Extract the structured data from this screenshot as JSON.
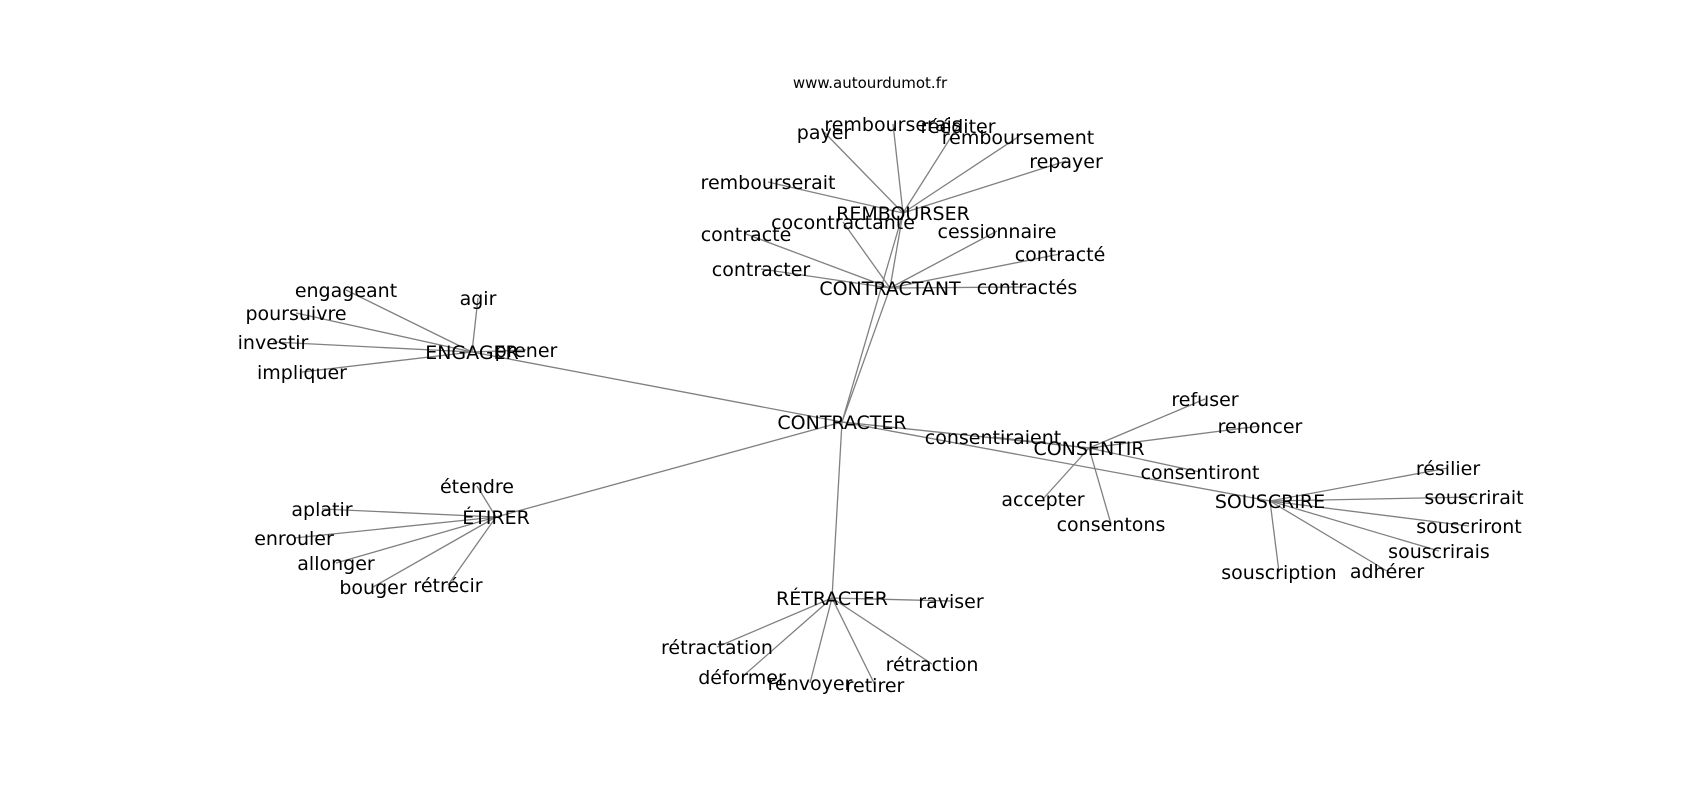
{
  "source": "www.autourdumot.fr",
  "center": "CONTRACTER",
  "hubs": [
    {
      "word": "REMBOURSER",
      "leaves": [
        "payer",
        "rembourserais",
        "rééditer",
        "remboursement",
        "repayer",
        "rembourserait"
      ]
    },
    {
      "word": "CONTRACTANT",
      "leaves": [
        "cocontractante",
        "contracte",
        "contracter",
        "cessionnaire",
        "contracté",
        "contractés"
      ]
    },
    {
      "word": "ENGAGER",
      "leaves": [
        "engageant",
        "agir",
        "poursuivre",
        "investir",
        "impliquer",
        "prener"
      ]
    },
    {
      "word": "ÉTIRER",
      "leaves": [
        "étendre",
        "aplatir",
        "enrouler",
        "allonger",
        "bouger",
        "rétrécir"
      ]
    },
    {
      "word": "RÉTRACTER",
      "leaves": [
        "raviser",
        "rétractation",
        "déformer",
        "renvoyer",
        "retirer",
        "rétraction"
      ]
    },
    {
      "word": "CONSENTIR",
      "leaves": [
        "consentiraient",
        "refuser",
        "renoncer",
        "consentiront",
        "accepter",
        "consentons"
      ]
    },
    {
      "word": "SOUSCRIRE",
      "leaves": [
        "résilier",
        "souscrirait",
        "souscriront",
        "souscrirais",
        "adhérer",
        "souscription"
      ]
    }
  ],
  "edges": [
    [
      "CONTRACTER",
      "CONTRACTANT"
    ],
    [
      "CONTRACTER",
      "REMBOURSER"
    ],
    [
      "CONTRACTER",
      "ENGAGER"
    ],
    [
      "CONTRACTER",
      "ÉTIRER"
    ],
    [
      "CONTRACTER",
      "RÉTRACTER"
    ],
    [
      "CONTRACTER",
      "CONSENTIR"
    ],
    [
      "CONTRACTER",
      "SOUSCRIRE"
    ],
    [
      "CONTRACTANT",
      "REMBOURSER"
    ]
  ],
  "colors": {
    "edge": "#808080",
    "text": "#000000",
    "background": "#ffffff"
  }
}
